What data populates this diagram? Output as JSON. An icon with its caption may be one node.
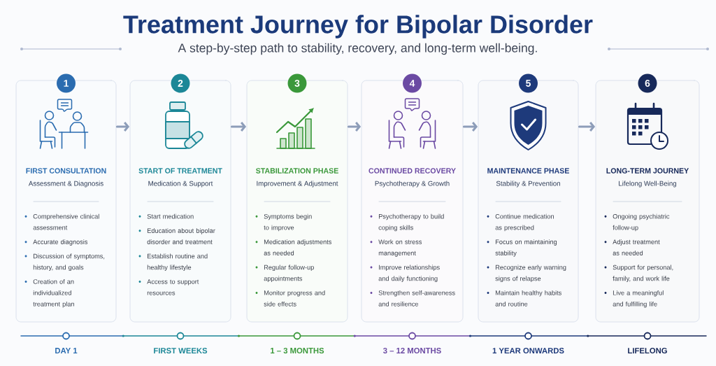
{
  "diagram": {
    "title": "Treatment Journey for Bipolar Disorder",
    "nodes": [
      {
        "text": [
          "1",
          "FIRST CONSULTATION",
          "Assessment & Diagnosis",
          "Comprehensive clinical assessment",
          "Accurate diagnosis",
          "Discussion of symptoms, history, and goals",
          "Creation of an individualized treatment plan"
        ],
        "beside": [
          "DAY 1"
        ]
      },
      {
        "text": [
          "2",
          "START OF TREATMENT",
          "Medication & Support",
          "Start medication",
          "Education about bipolar disorder and treatment",
          "Establish routine and healthy lifestyle",
          "Access to support resources"
        ],
        "beside": [
          "FIRST WEEKS"
        ]
      },
      {
        "text": [
          "3",
          "STABILIZATION PHASE",
          "Improvement & Adjustment",
          "Symptoms begin to improve",
          "Medication adjustments as needed",
          "Regular follow-up appointments",
          "Monitor progress and side effects"
        ],
        "beside": [
          "1 – 3 MONTHS"
        ]
      },
      {
        "text": [
          "4",
          "CONTINUED RECOVERY",
          "Psychotherapy & Growth",
          "Psychotherapy to build coping skills",
          "Work on stress management",
          "Improve relationships and daily functioning",
          "Strengthen self-awareness and resilience"
        ],
        "beside": [
          "3 – 12 MONTHS"
        ]
      },
      {
        "text": [
          "5",
          "MAINTENANCE PHASE",
          "Stability & Prevention",
          "Continue medication as prescribed",
          "Focus on maintaining stability",
          "Recognize early warning signs of relapse",
          "Maintain healthy habits and routine"
        ],
        "beside": [
          "1 YEAR ONWARDS"
        ]
      },
      {
        "text": [
          "6",
          "LONG-TERM JOURNEY",
          "Lifelong Well-Being",
          "Ongoing psychiatric follow-up",
          "Adjust treatment as needed",
          "Support for personal, family, and work life",
          "Live a meaningful and fulfilling life"
        ],
        "beside": [
          "LIFELONG"
        ]
      }
    ],
    "edges": [
      {
        "from": 0,
        "to": 1,
        "arrow": "to"
      },
      {
        "from": 1,
        "to": 2,
        "arrow": "to"
      },
      {
        "from": 2,
        "to": 3,
        "arrow": "to"
      },
      {
        "from": 3,
        "to": 4,
        "arrow": "to"
      },
      {
        "from": 4,
        "to": 5,
        "arrow": "to"
      }
    ],
    "labels": [
      "A step-by-step path to stability, recovery, and long-term well-being."
    ]
  }
}
